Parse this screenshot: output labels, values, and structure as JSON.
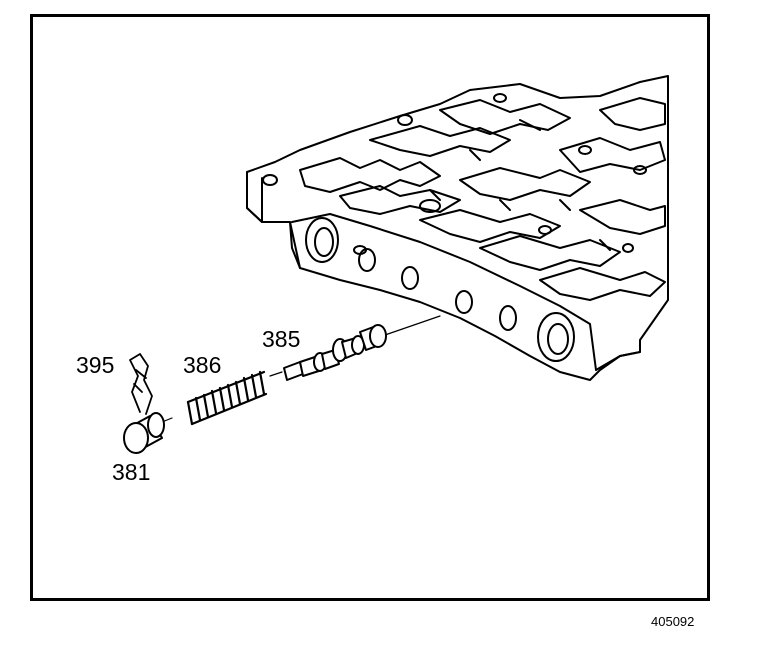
{
  "callouts": {
    "pin": "395",
    "spring": "386",
    "valve": "385",
    "plug": "381"
  },
  "figure_number": "405092",
  "colors": {
    "ink": "#000000",
    "paper": "#ffffff"
  }
}
